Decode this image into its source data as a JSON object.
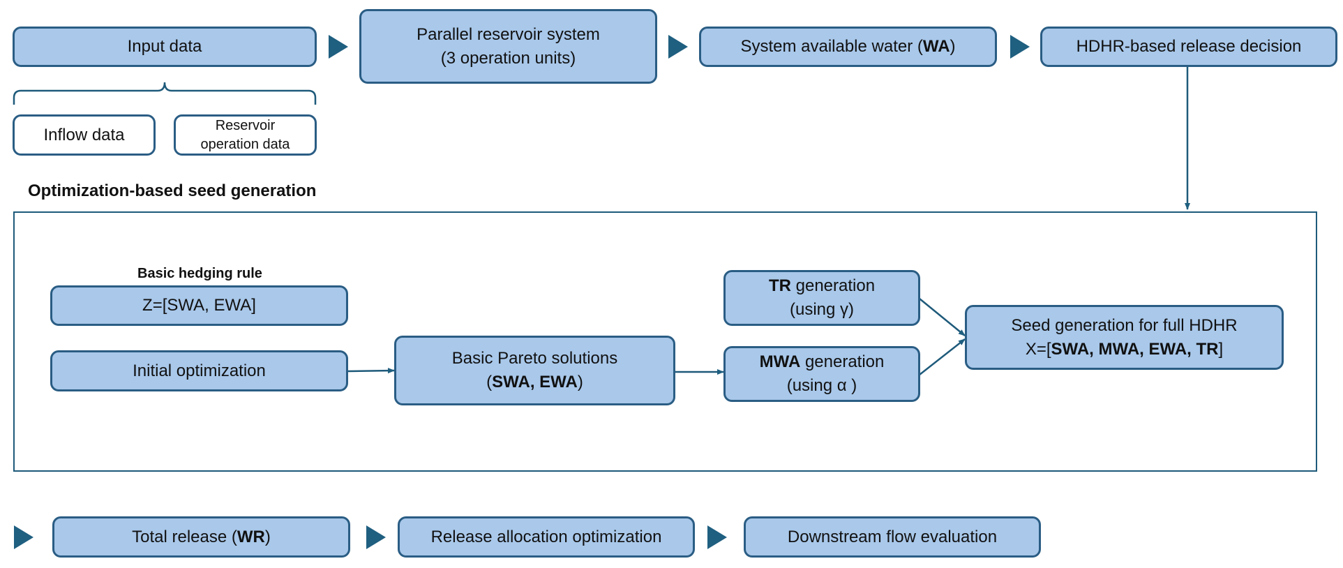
{
  "flow": {
    "input_data": "Input data",
    "reservoir_l1": "Parallel reservoir system",
    "reservoir_l2": "(3 operation units)",
    "avail_pre": "System available water (",
    "avail_bold": "WA",
    "avail_post": ")",
    "hdhr_decision": "HDHR-based release decision"
  },
  "inputs": {
    "inflow": "Inflow data",
    "ops_l1": "Reservoir",
    "ops_l2": "operation data"
  },
  "section_title": "Optimization-based seed generation",
  "optim": {
    "hedging_label": "Basic hedging rule",
    "hedging_value": "Z=[SWA, EWA]",
    "initial": "Initial optimization",
    "pareto_l1": "Basic Pareto solutions",
    "pareto_open": "(",
    "pareto_bold": "SWA, EWA",
    "pareto_close": ")",
    "tr_bold": "TR",
    "tr_rest": " generation",
    "tr_l2": "(using γ)",
    "mwa_bold": "MWA",
    "mwa_rest": " generation",
    "mwa_l2": "(using α )",
    "seed_l1": "Seed generation for full HDHR",
    "seed_pre": "X=[",
    "seed_bold1": "SWA, MWA, EWA, TR",
    "seed_post": "]"
  },
  "bottom": {
    "total_pre": "Total release (",
    "total_bold": "WR",
    "total_post": ")",
    "allocation": "Release allocation optimization",
    "downstream": "Downstream flow evaluation"
  },
  "colors": {
    "box_fill": "#a9c8ea",
    "box_border": "#2a5d84",
    "arrow": "#1f5f80"
  }
}
